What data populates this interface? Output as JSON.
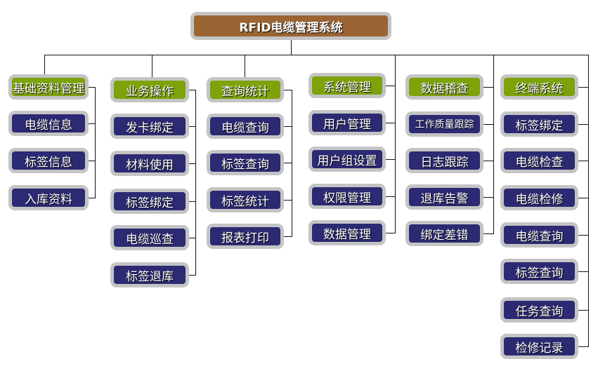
{
  "root": "RFID电缆管理系统",
  "columns": [
    {
      "header": "基础资料管理",
      "items": [
        "电缆信息",
        "标签信息",
        "入库资料"
      ]
    },
    {
      "header": "业务操作",
      "items": [
        "发卡绑定",
        "材料使用",
        "标签绑定",
        "电缆巡查",
        "标签退库"
      ]
    },
    {
      "header": "查询统计",
      "items": [
        "电缆查询",
        "标签查询",
        "标签统计",
        "报表打印"
      ]
    },
    {
      "header": "系统管理",
      "items": [
        "用户管理",
        "用户组设置",
        "权限管理",
        "数据管理"
      ]
    },
    {
      "header": "数据稽查",
      "items": [
        "工作质量跟踪",
        "日志跟踪",
        "退库告警",
        "绑定差错"
      ]
    },
    {
      "header": "终端系统",
      "items": [
        "标签绑定",
        "电缆检查",
        "电缆检修",
        "电缆查询",
        "标签查询",
        "任务查询",
        "检修记录"
      ]
    }
  ],
  "colors": {
    "root": "#9a6433",
    "header": "#7da20a",
    "item": "#2c2a72",
    "border": "#c4c4c4"
  }
}
